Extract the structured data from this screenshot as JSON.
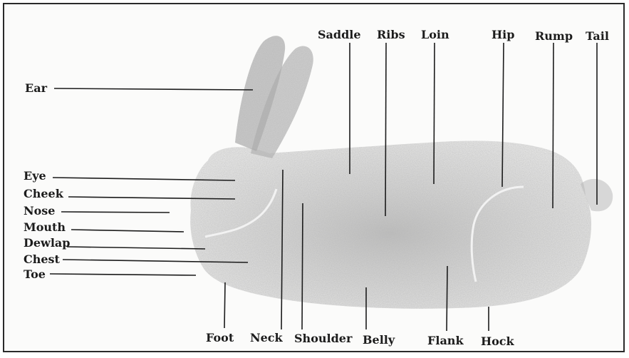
{
  "diagram": {
    "labels": {
      "ear": "Ear",
      "eye": "Eye",
      "cheek": "Cheek",
      "nose": "Nose",
      "mouth": "Mouth",
      "dewlap": "Dewlap",
      "chest": "Chest",
      "toe": "Toe",
      "saddle": "Saddle",
      "ribs": "Ribs",
      "loin": "Loin",
      "hip": "Hip",
      "rump": "Rump",
      "tail": "Tail",
      "foot": "Foot",
      "neck": "Neck",
      "shoulder": "Shoulder",
      "belly": "Belly",
      "flank": "Flank",
      "hock": "Hock"
    }
  }
}
